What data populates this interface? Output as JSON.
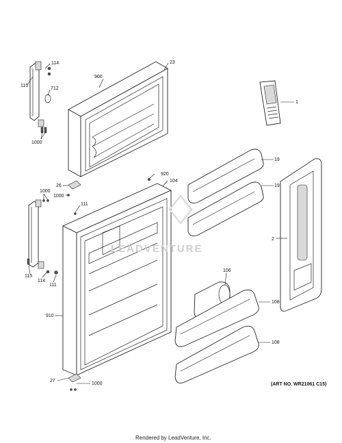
{
  "watermark": "LEADVENTURE",
  "art_number": "(ART NO. WR21061 C15)",
  "footer": "Rendered by LeadVenture, Inc.",
  "callouts": {
    "c114a": "114",
    "c115a": "115",
    "c712": "712",
    "c1000a": "1000",
    "c900": "900",
    "c23": "23",
    "c1": "1",
    "c19a": "19",
    "c19b": "19",
    "c920": "920",
    "c104": "104",
    "c26": "26",
    "c1000b": "1000",
    "c1000c": "1000",
    "c111a": "111",
    "c2": "2",
    "c115b": "115",
    "c114b": "114",
    "c111b": "111",
    "c106": "106",
    "c108a": "108",
    "c108b": "108",
    "c910": "910",
    "c27": "27",
    "c1000d": "1000"
  }
}
